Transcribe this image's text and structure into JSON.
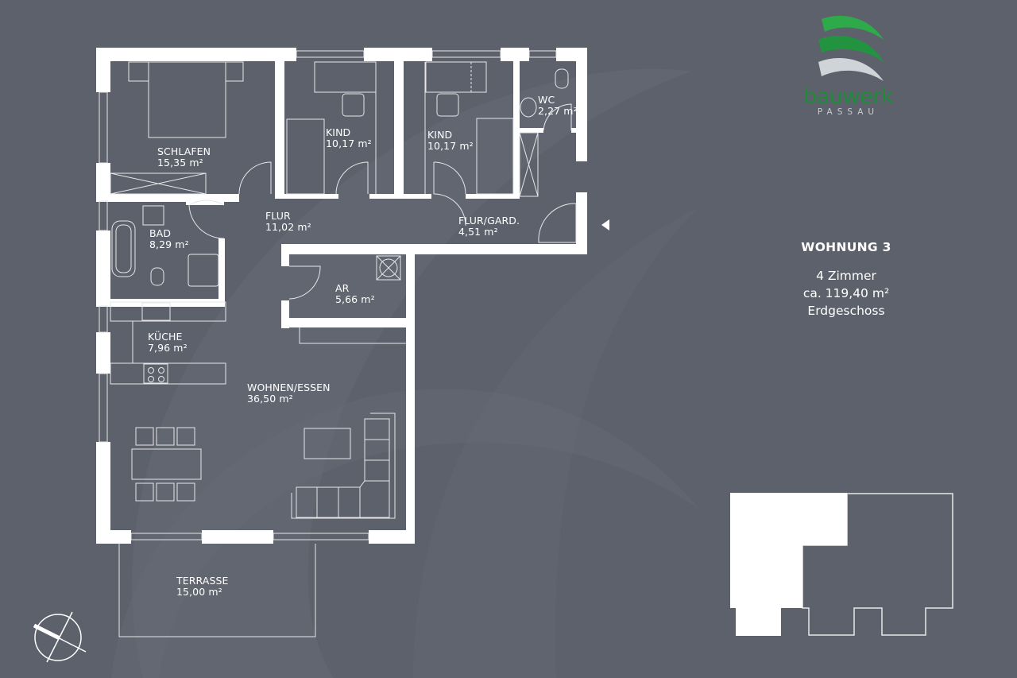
{
  "brand": {
    "name": "bauwerk",
    "subtitle": "PASSAU",
    "colors": {
      "green": "#1f8a3a",
      "green_light": "#3fbf5a",
      "silver": "#d0d3d8"
    }
  },
  "apartment": {
    "title": "WOHNUNG 3",
    "rooms_count": "4 Zimmer",
    "area": "ca. 119,40 m²",
    "floor": "Erdgeschoss"
  },
  "rooms": [
    {
      "id": "schlafen",
      "name": "SCHLAFEN",
      "area": "15,35 m²"
    },
    {
      "id": "kind1",
      "name": "KIND",
      "area": "10,17 m²"
    },
    {
      "id": "kind2",
      "name": "KIND",
      "area": "10,17 m²"
    },
    {
      "id": "wc",
      "name": "WC",
      "area": "2,27 m²"
    },
    {
      "id": "bad",
      "name": "BAD",
      "area": "8,29 m²"
    },
    {
      "id": "flur",
      "name": "FLUR",
      "area": "11,02 m²"
    },
    {
      "id": "flur_gard",
      "name": "FLUR/GARD.",
      "area": "4,51 m²"
    },
    {
      "id": "ar",
      "name": "AR",
      "area": "5,66 m²"
    },
    {
      "id": "kueche",
      "name": "KÜCHE",
      "area": "7,96 m²"
    },
    {
      "id": "wohnen",
      "name": "WOHNEN/ESSEN",
      "area": "36,50 m²"
    },
    {
      "id": "terrasse",
      "name": "TERRASSE",
      "area": "15,00 m²"
    }
  ],
  "colors": {
    "background": "#5d616b",
    "wall": "#ffffff",
    "line": "#e6e7ea"
  },
  "icons": {
    "compass": "compass-icon",
    "entrance": "entrance-arrow-icon",
    "keyplan": "key-plan"
  }
}
